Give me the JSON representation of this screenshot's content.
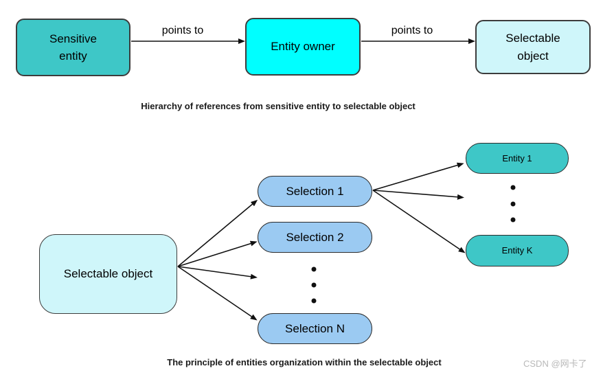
{
  "colors": {
    "teal": "#3EC7C7",
    "cyan": "#00FFFF",
    "light_cyan": "#CFF6FA",
    "light_blue": "#9BCAF2",
    "arrow_black": "#111111",
    "watermark_gray": "#B8B8B8"
  },
  "top_diagram": {
    "caption": "Hierarchy of references from sensitive entity to selectable object",
    "edge_label": "points to",
    "nodes": {
      "sensitive_entity": "Sensitive\nentity",
      "entity_owner": "Entity owner",
      "selectable_object": "Selectable\nobject"
    }
  },
  "bottom_diagram": {
    "caption": "The principle of entities organization within the selectable object",
    "root": "Selectable object",
    "selections": [
      "Selection 1",
      "Selection 2",
      "Selection N"
    ],
    "entities": [
      "Entity 1",
      "Entity K"
    ]
  },
  "watermark": "CSDN @网卡了"
}
